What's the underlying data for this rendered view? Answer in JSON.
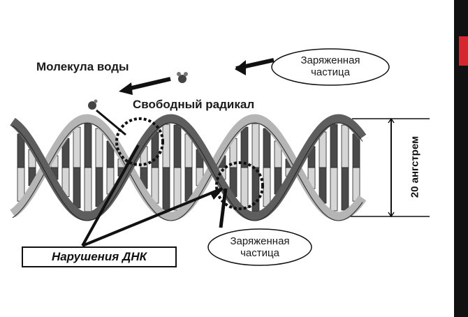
{
  "labels": {
    "water_molecule": "Молекула воды",
    "charged_particle_top_line1": "Заряженная",
    "charged_particle_top_line2": "частица",
    "free_radical": "Свободный радикал",
    "dna_damage": "Нарушения ДНК",
    "charged_particle_bottom_line1": "Заряженная",
    "charged_particle_bottom_line2": "частица",
    "scale": "20 ангстрем"
  },
  "colors": {
    "strand_dark": "#5e5e5e",
    "strand_light": "#b5b5b5",
    "rung_dark": "#4a4a4a",
    "rung_light": "#d6d6d6",
    "accent": "#d8262e"
  }
}
